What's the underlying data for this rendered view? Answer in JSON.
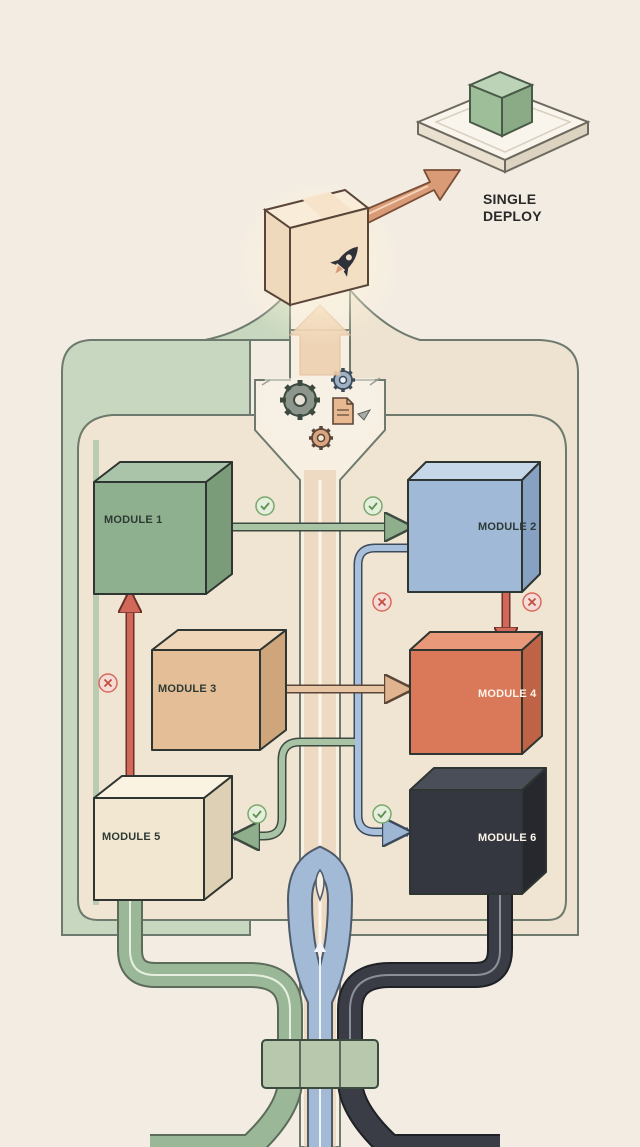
{
  "deploy_label": "SINGLE\nDEPLOY",
  "modules": [
    {
      "id": "m1",
      "label": "MODULE 1",
      "top": "#a9c4a8",
      "front": "#8fb08e",
      "side": "#7a9c79"
    },
    {
      "id": "m2",
      "label": "MODULE 2",
      "top": "#c7d7ea",
      "front": "#9fb9d7",
      "side": "#86a1c2"
    },
    {
      "id": "m3",
      "label": "MODULE 3",
      "top": "#f0d6b8",
      "front": "#e4be96",
      "side": "#cfa57b"
    },
    {
      "id": "m4",
      "label": "MODULE 4",
      "top": "#e9987a",
      "front": "#d9795a",
      "side": "#bf6346"
    },
    {
      "id": "m5",
      "label": "MODULE 5",
      "top": "#faf3e2",
      "front": "#f2e8d2",
      "side": "#ddd0b4"
    },
    {
      "id": "m6",
      "label": "MODULE 6",
      "top": "#4a4e58",
      "front": "#34373f",
      "side": "#26282e"
    }
  ],
  "colors": {
    "background": "#f3ece2",
    "frame_green": "#c8d7bf",
    "frame_cream": "#ede3d0",
    "inner": "#efe5d2",
    "pipe_green": "#9ab897",
    "pipe_blue": "#a3bad6",
    "pipe_dark": "#3a3d45",
    "pipe_tan": "#e8c9a8",
    "arrow_red": "#d2685a",
    "arrow_orange": "#d99a76",
    "check_green": "#7aa86e",
    "x_red": "#d86a5c"
  }
}
